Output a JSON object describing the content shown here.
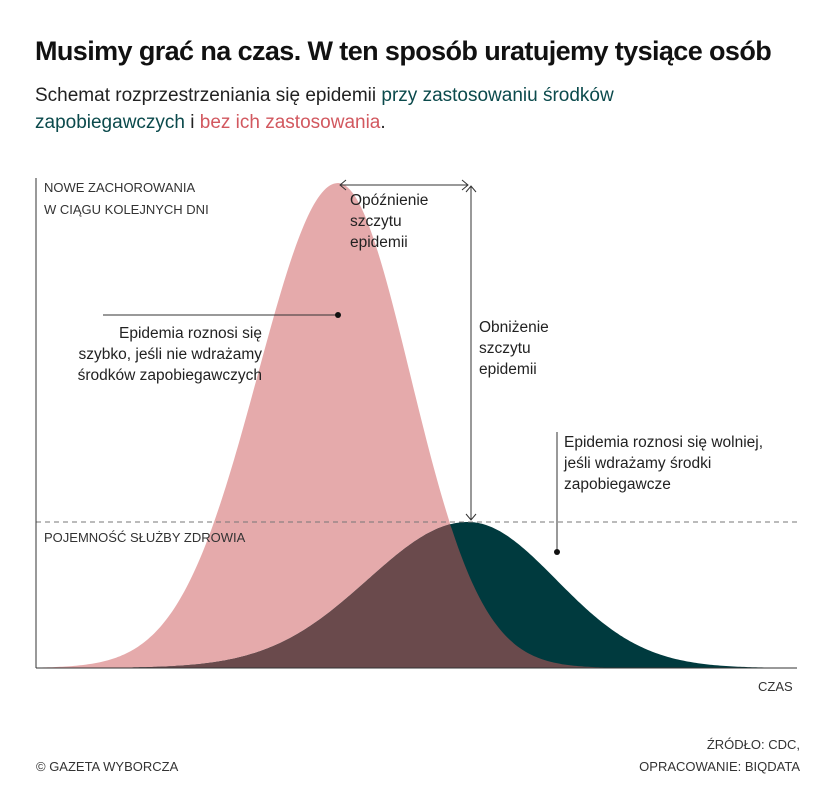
{
  "title": "Musimy grać na czas. W ten sposób uratujemy tysiące osób",
  "subtitle": {
    "part1": "Schemat rozprzestrzeniania się epidemii ",
    "part2": "przy zastosowaniu środków zapobiegawczych",
    "part3": " i ",
    "part4": "bez ich zastosowania",
    "part5": "."
  },
  "axis": {
    "y_label_1": "NOWE ZACHOROWANIA",
    "y_label_2": "W CIĄGU KOLEJNYCH DNI",
    "x_label": "CZAS",
    "capacity": "POJEMNOŚĆ SŁUŻBY ZDROWIA"
  },
  "annotations": {
    "delay": [
      "Opóźnienie",
      "szczytu",
      "epidemii"
    ],
    "lower": [
      "Obniżenie",
      "szczytu",
      "epidemii"
    ],
    "fast": [
      "Epidemia roznosi się",
      "szybko, jeśli nie wdrażamy",
      "środków zapobiegawczych"
    ],
    "slow": [
      "Epidemia roznosi się wolniej,",
      "jeśli wdrażamy środki",
      "zapobiegawcze"
    ]
  },
  "footer": {
    "copyright": "© GAZETA WYBORCZA",
    "source_1": "ŹRÓDŁO: CDC,",
    "source_2": "OPRACOWANIE: BIQDATA"
  },
  "colors": {
    "no_measures": "#e5aaab",
    "with_measures": "#003a3e",
    "overlap": "#6a4a4c"
  }
}
